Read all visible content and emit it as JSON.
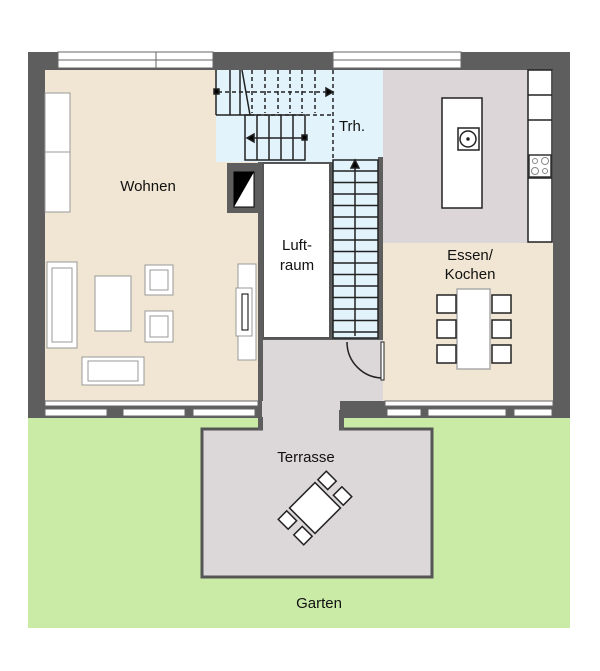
{
  "rooms": {
    "wohnen": "Wohnen",
    "treppenhaus": "Trh.",
    "luftraum_line1": "Luft-",
    "luftraum_line2": "raum",
    "essen_line1": "Essen/",
    "essen_line2": "Kochen",
    "terrasse": "Terrasse",
    "garten": "Garten"
  },
  "colors": {
    "wall": "#5e5e5e",
    "living_floor": "#f0e6d3",
    "kitchen_floor": "#dcd6d8",
    "stair_floor": "#e2f3fb",
    "terrace": "#dcd7d9",
    "garden": "#c9eba6"
  }
}
